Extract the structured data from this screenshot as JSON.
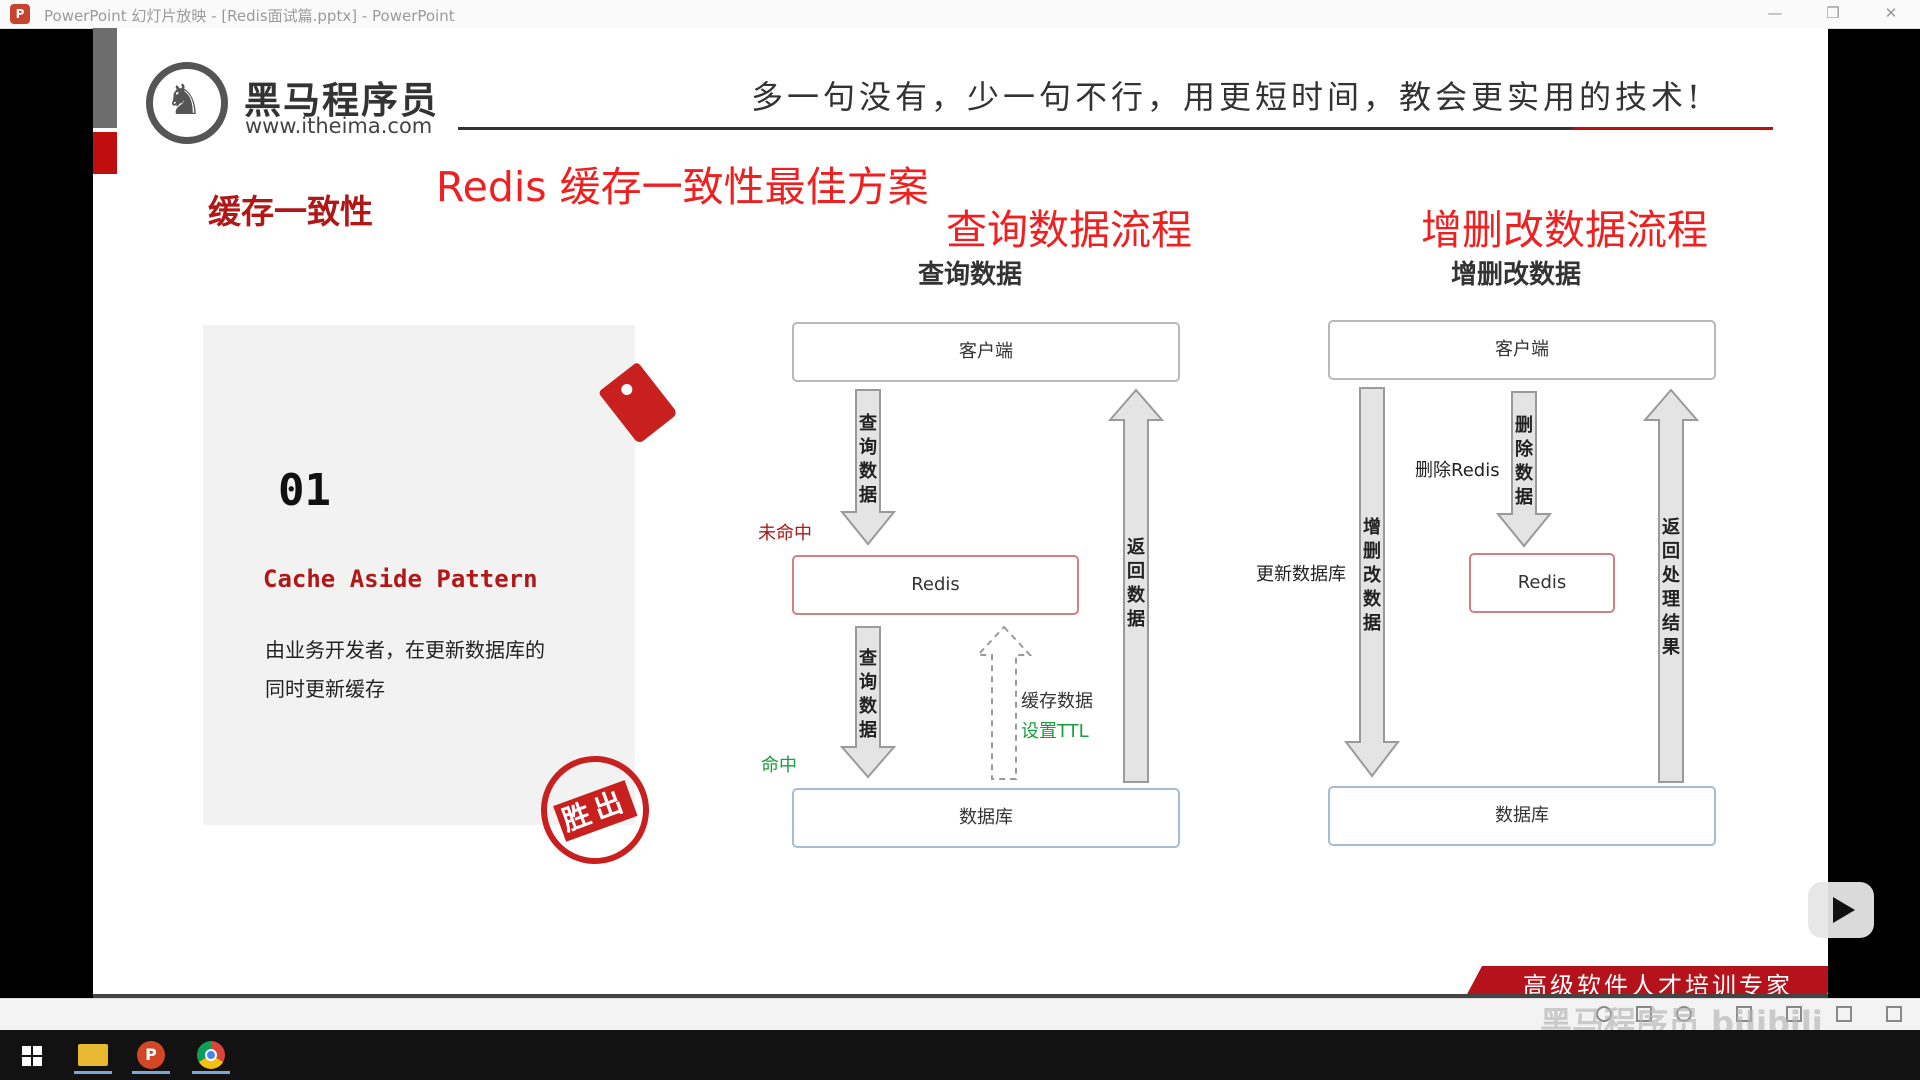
{
  "window": {
    "title": "PowerPoint 幻灯片放映 - [Redis面试篇.pptx] - PowerPoint",
    "app_icon": "P",
    "controls": {
      "minimize": "—",
      "restore": "❐",
      "close": "✕"
    }
  },
  "slide": {
    "logo": {
      "cn": "黑马程序员",
      "url": "www.itheima.com",
      "mark": "♞"
    },
    "slogan": "多一句没有，少一句不行，用更短时间，教会更实用的技术!",
    "main_title": "Redis 缓存一致性最佳方案",
    "section_title": "缓存一致性",
    "card": {
      "number": "01",
      "subtitle": "Cache Aside Pattern",
      "desc_line1": "由业务开发者，在更新数据库的",
      "desc_line2": "同时更新缓存"
    },
    "stamp_text": "胜出",
    "query_flow": {
      "heading": "查询数据流程",
      "diagram_title": "查询数据",
      "client": "客户端",
      "redis": "Redis",
      "database": "数据库",
      "arrow_query_1": "查询数据",
      "arrow_query_2": "查询数据",
      "arrow_return": "返回数据",
      "miss_label": "未命中",
      "hit_label": "命中",
      "cache_label": "缓存数据",
      "ttl_label": "设置TTL"
    },
    "update_flow": {
      "heading": "增删改数据流程",
      "diagram_title": "增删改数据",
      "client": "客户端",
      "redis": "Redis",
      "database": "数据库",
      "arrow_update": "增删改数据",
      "arrow_delete": "删除数据",
      "arrow_return": "返回处理结果",
      "update_db_label": "更新数据库",
      "delete_redis_label": "删除Redis"
    },
    "footer_banner": "高级软件人才培训专家"
  },
  "overlay": {
    "watermark": "黑马程序员 bilibili"
  },
  "colors": {
    "accent_red": "#ee2020",
    "dark_red": "#b01818",
    "green": "#1a9e3c"
  }
}
